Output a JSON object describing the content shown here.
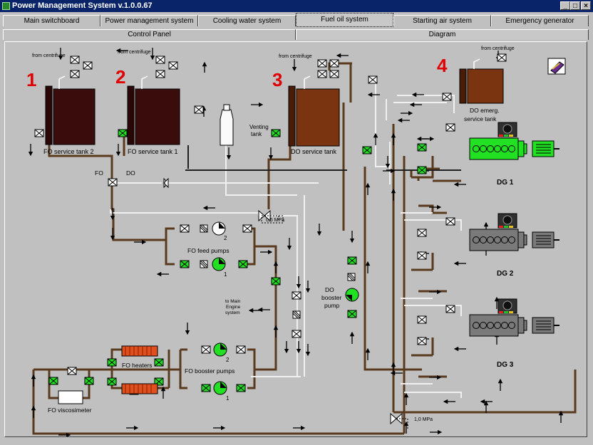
{
  "window": {
    "title": "Power Management System  v.1.0.0.67"
  },
  "tabs": [
    {
      "label": "Main switchboard"
    },
    {
      "label": "Power management system"
    },
    {
      "label": "Cooling water system"
    },
    {
      "label": "Fuel oil system",
      "active": true
    },
    {
      "label": "Starting air system"
    },
    {
      "label": "Emergency generator"
    }
  ],
  "subtabs": [
    {
      "label": "Control Panel"
    },
    {
      "label": "Diagram",
      "active": true
    }
  ],
  "diagram": {
    "tank_numbers": [
      "1",
      "2",
      "3",
      "4"
    ],
    "from_centrifuge": "from centrifuge",
    "tanks": {
      "fo_service_tank_2": "FO service tank 2",
      "fo_service_tank_1": "FO service tank 1",
      "do_service_tank": "DO service tank",
      "do_emerg_line1": "DO emerg.",
      "do_emerg_line2": "service tank",
      "venting_line1": "Venting",
      "venting_line2": "tank"
    },
    "fo_label": "FO",
    "do_label": "DO",
    "pressure_05": "0,5 MPa",
    "pressure_10": "1,0 MPa",
    "fo_feed_pumps": "FO feed pumps",
    "fo_booster_pumps": "FO booster pumps",
    "fo_heaters": "FO heaters",
    "fo_viscosimeter": "FO viscosimeter",
    "do_booster_line1": "DO",
    "do_booster_line2": "booster",
    "do_booster_line3": "pump",
    "main_engine_line1": "to Main",
    "main_engine_line2": "Engine",
    "main_engine_line3": "system",
    "pump_numbers": [
      "2",
      "1",
      "2",
      "1"
    ],
    "generators": [
      "DG 1",
      "DG 2",
      "DG 3"
    ],
    "colors": {
      "pipe_brown": "#5a3a1e",
      "pipe_light": "#f2f2f2",
      "pipe_dark": "#202020",
      "tank_dark": "#3a0c0c",
      "tank_do": "#7a3410",
      "running_green": "#22e022",
      "stopped_gray": "#7a7a7a",
      "tank_number_red": "#e00000"
    }
  }
}
